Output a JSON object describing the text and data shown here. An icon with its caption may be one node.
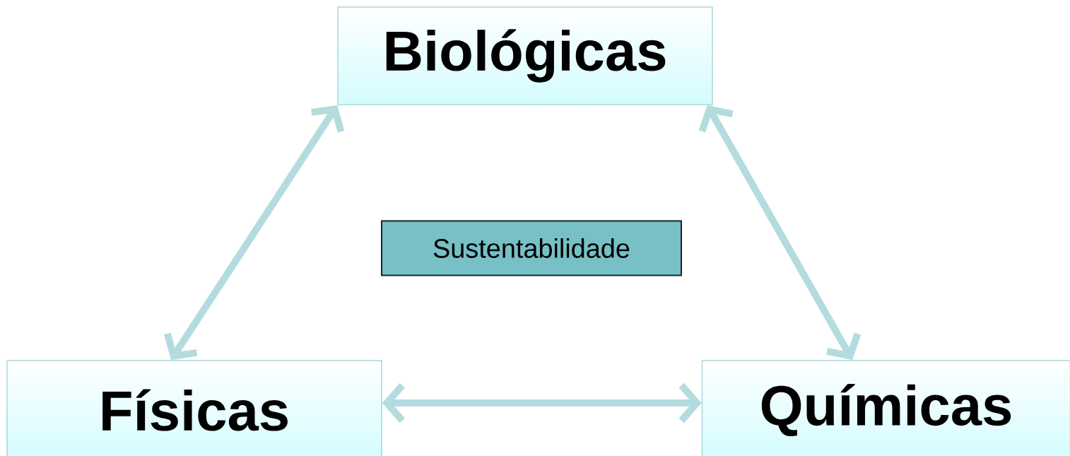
{
  "diagram": {
    "nodes": [
      {
        "text": [
          "Biológicas"
        ]
      },
      {
        "text": [
          "Sustentabilidade"
        ]
      },
      {
        "text": [
          "Físicas"
        ]
      },
      {
        "text": [
          "Químicas"
        ]
      }
    ],
    "edges": [
      {
        "from": 2,
        "to": 0,
        "arrow": "both"
      },
      {
        "from": 0,
        "to": 3,
        "arrow": "both"
      },
      {
        "from": 2,
        "to": 3,
        "arrow": "both"
      }
    ]
  }
}
